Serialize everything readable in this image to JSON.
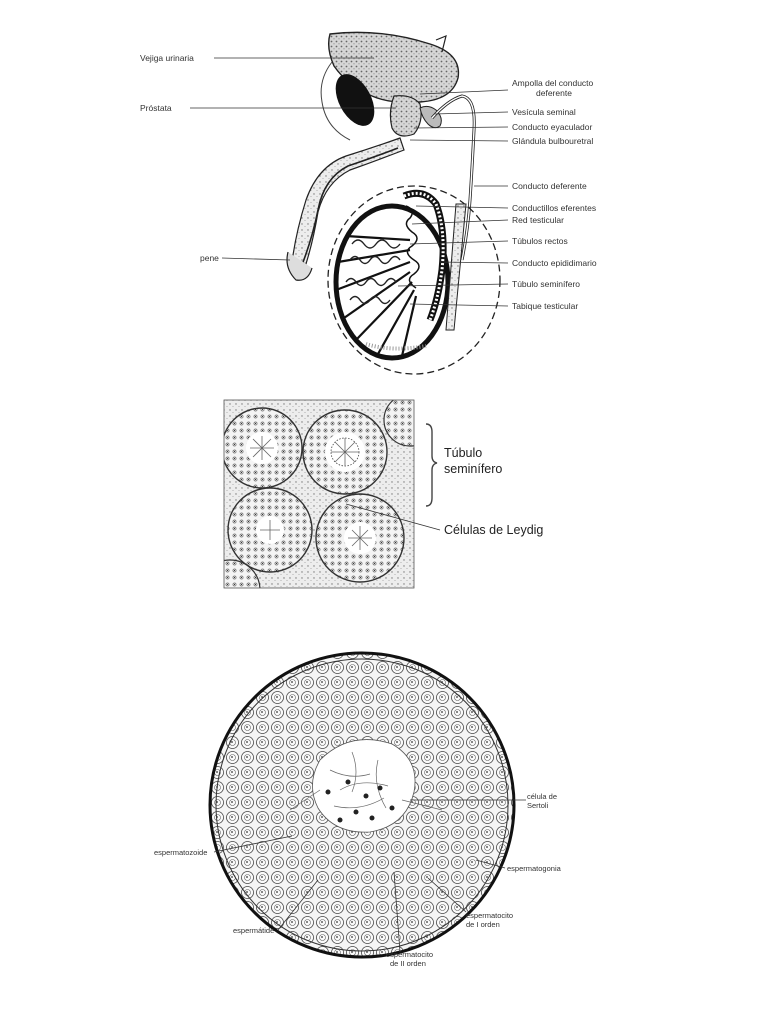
{
  "figure1": {
    "labels_left": {
      "bladder": "Vejiga urinaria",
      "prostate": "Próstata",
      "penis": "pene"
    },
    "labels_right": {
      "ampulla_1": "Ampolla del conducto",
      "ampulla_2": "deferente",
      "seminal_vesicle": "Vesícula seminal",
      "ejaculatory_duct": "Conducto eyaculador",
      "bulbourethral": "Glándula bulbouretral",
      "vas_deferens": "Conducto deferente",
      "efferent_ductules": "Conductillos eferentes",
      "rete_testis": "Red testicular",
      "straight_tubules": "Túbulos rectos",
      "epididymal_duct": "Conducto epididimario",
      "seminiferous_tubule": "Túbulo seminífero",
      "septum": "Tabique testicular"
    }
  },
  "figure2": {
    "tubule_line1": "Túbulo",
    "tubule_line2": "seminífero",
    "leydig": "Células de Leydig"
  },
  "figure3": {
    "sertoli_1": "célula de",
    "sertoli_2": "Sertoli",
    "spermatozoon": "espermatozoide",
    "spermatogonium": "espermatogonia",
    "primary_1": "espermatocito",
    "primary_2": "de I orden",
    "spermatid": "espermátide",
    "secondary_1": "espermatocito",
    "secondary_2": "de II orden"
  }
}
